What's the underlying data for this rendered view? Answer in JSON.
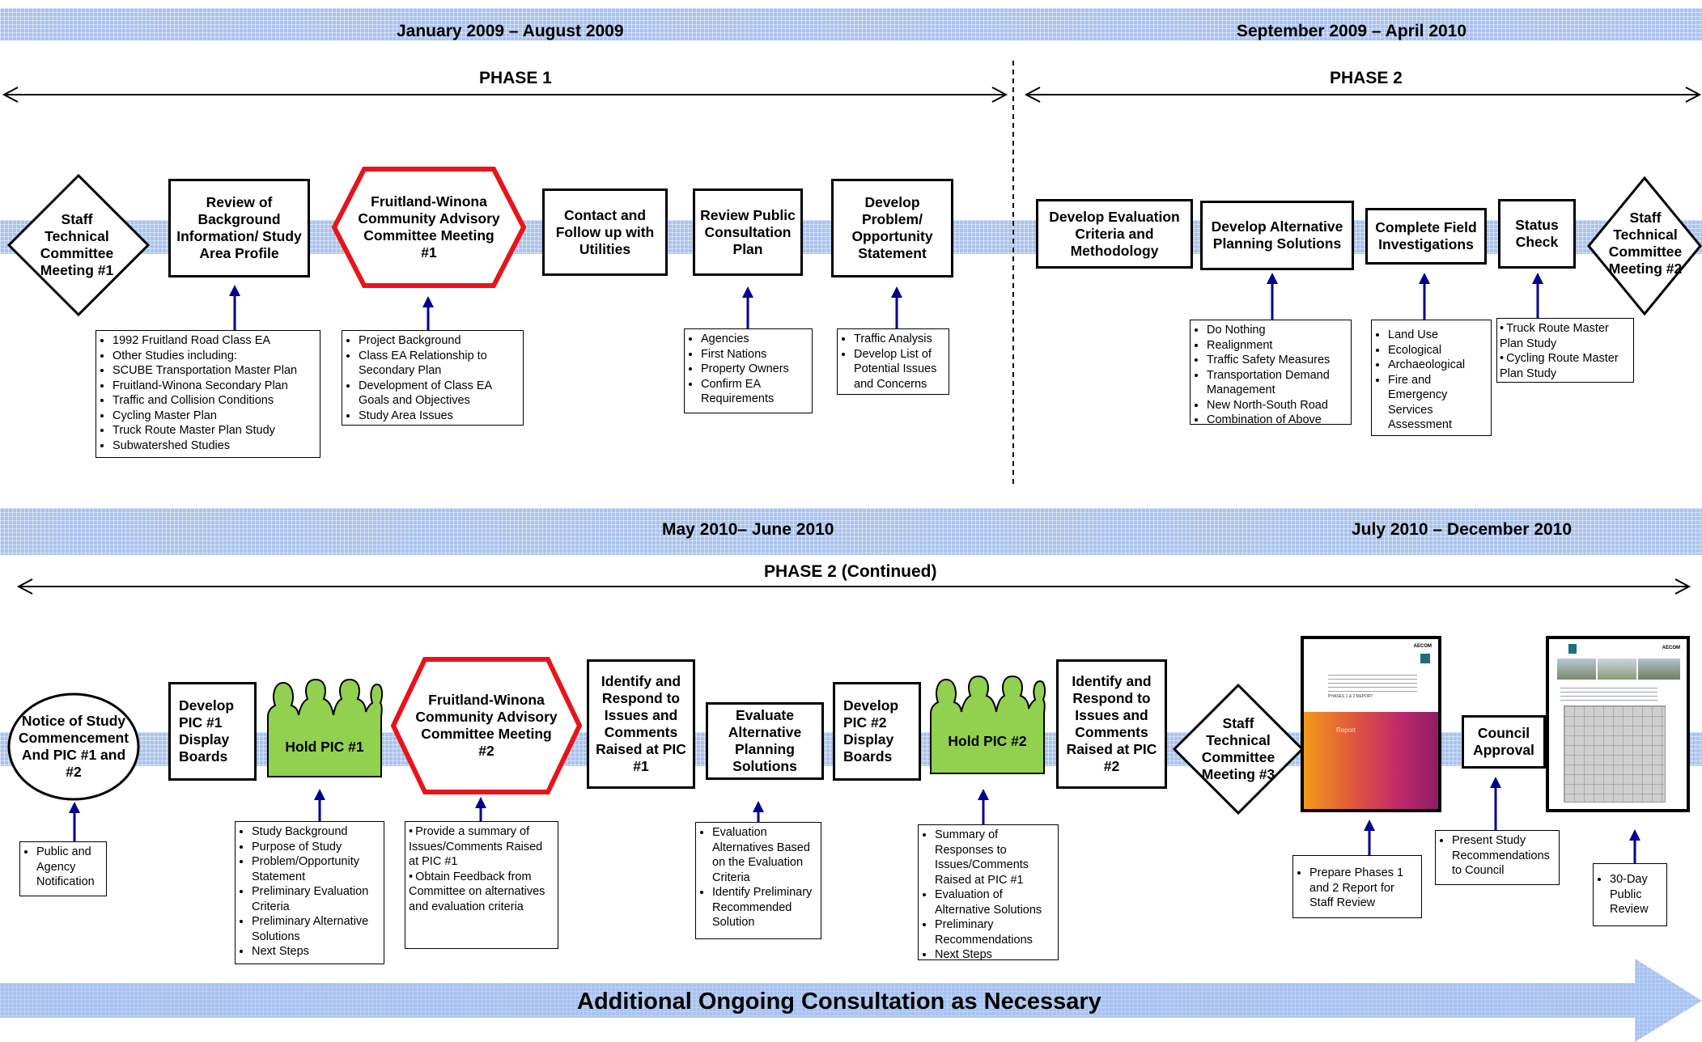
{
  "periods": {
    "p1": "January 2009 – August 2009",
    "p2": "September 2009 – April 2010",
    "p3": "May 2010– June 2010",
    "p4": "July 2010 –  December 2010"
  },
  "phases": {
    "phase1": "PHASE 1",
    "phase2": "PHASE 2",
    "phase2c": "PHASE 2 (Continued)"
  },
  "row1": {
    "staff1": "Staff Technical Committee Meeting #1",
    "review_bg": "Review of Background Information/ Study Area Profile",
    "fw1": "Fruitland-Winona Community Advisory Committee Meeting #1",
    "contact": "Contact and Follow up with Utilities",
    "review_pub": "Review Public Consultation Plan",
    "develop_problem": "Develop Problem/ Opportunity Statement",
    "dev_eval": "Develop Evaluation Criteria and Methodology",
    "dev_alt": "Develop Alternative Planning Solutions",
    "field": "Complete Field Investigations",
    "status": "Status Check",
    "staff2": "Staff Technical Committee Meeting #2"
  },
  "row1_notes": {
    "review_bg": [
      "1992 Fruitland Road Class EA",
      "Other Studies including:",
      "SCUBE Transportation Master Plan",
      "Fruitland-Winona Secondary Plan",
      "Traffic and Collision Conditions",
      "Cycling Master Plan",
      "Truck Route Master Plan Study",
      "Subwatershed Studies"
    ],
    "fw1": [
      "Project Background",
      "Class EA Relationship to Secondary Plan",
      "Development of Class EA Goals and Objectives",
      "Study Area Issues"
    ],
    "review_pub": [
      "Agencies",
      "First Nations",
      "Property Owners",
      "Confirm EA Requirements"
    ],
    "develop_problem": [
      "Traffic Analysis",
      "Develop List of Potential Issues and Concerns"
    ],
    "dev_alt": [
      "Do Nothing",
      "Realignment",
      "Traffic Safety Measures",
      "Transportation Demand Management",
      "New North-South Road",
      "Combination of Above"
    ],
    "field": [
      "Land Use",
      "Ecological",
      "Archaeological",
      "Fire and Emergency Services Assessment"
    ],
    "status": [
      "Truck Route Master Plan Study",
      "Cycling Route Master Plan Study"
    ]
  },
  "row2": {
    "notice": "Notice of Study Commencement And PIC #1 and #2",
    "dev_pic1": "Develop PIC #1 Display Boards",
    "hold_pic1": "Hold PIC #1",
    "fw2": "Fruitland-Winona Community Advisory Committee Meeting #2",
    "identify1": "Identify and Respond to Issues and Comments Raised at PIC #1",
    "evaluate": "Evaluate Alternative Planning Solutions",
    "dev_pic2": "Develop PIC #2 Display Boards",
    "hold_pic2": "Hold PIC #2",
    "identify2": "Identify and Respond to Issues and Comments Raised at PIC #2",
    "staff3": "Staff Technical Committee Meeting #3",
    "council": "Council Approval"
  },
  "row2_notes": {
    "notice": [
      "Public and Agency Notification"
    ],
    "hold_pic1": [
      "Study Background",
      "Purpose of Study",
      "Problem/Opportunity Statement",
      "Preliminary Evaluation Criteria",
      "Preliminary Alternative Solutions",
      "Next Steps"
    ],
    "fw2": [
      "Provide a summary of Issues/Comments Raised at PIC #1",
      "Obtain Feedback from Committee  on alternatives and evaluation criteria"
    ],
    "evaluate": [
      "Evaluation Alternatives Based on the Evaluation Criteria",
      "Identify Preliminary Recommended Solution"
    ],
    "hold_pic2": [
      "Summary of Responses to Issues/Comments Raised at PIC #1",
      "Evaluation of Alternative Solutions",
      "Preliminary Recommendations",
      "Next Steps"
    ],
    "report": [
      "Prepare Phases 1 and 2 Report for Staff Review"
    ],
    "council": [
      "Present Study Recommendations to Council"
    ],
    "review30": [
      "30-Day Public Review"
    ]
  },
  "report_cover": {
    "brand": "AECOM",
    "tag": "Report",
    "heading": "PHASES 1 & 2 REPORT"
  },
  "bottom_banner": "Additional Ongoing Consultation as Necessary",
  "colors": {
    "band": "#a9c3ee",
    "arrow": "#00008b",
    "hexagon_border": "#e8141b",
    "pic_fill": "#92d050"
  }
}
